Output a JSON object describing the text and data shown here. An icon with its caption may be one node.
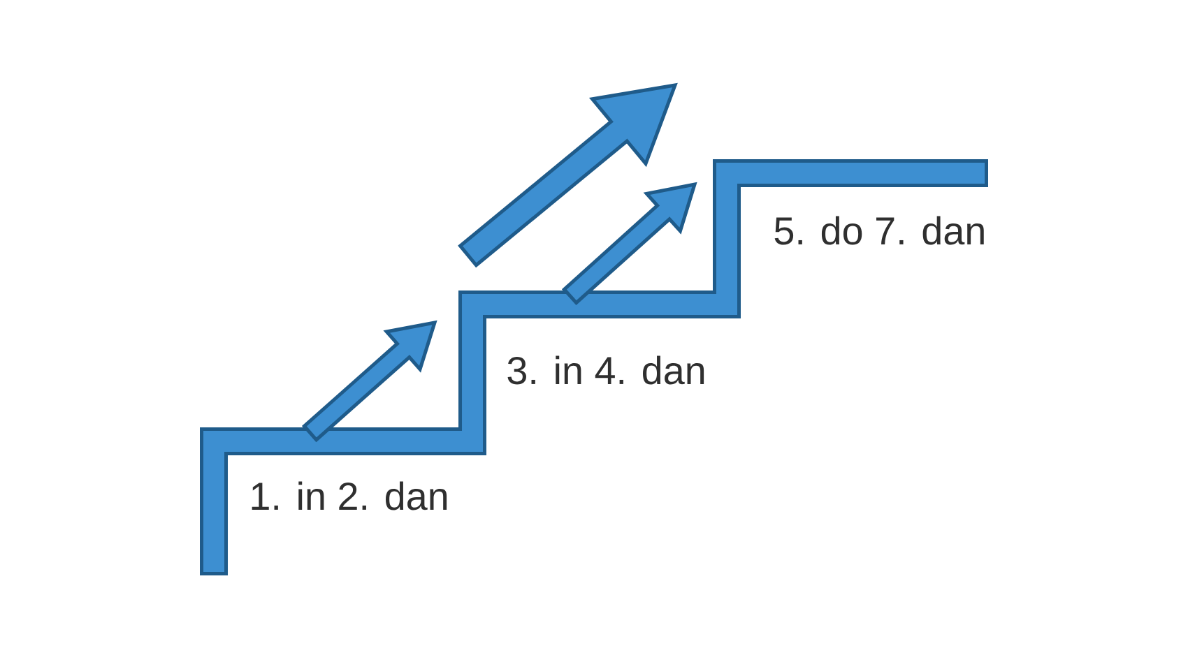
{
  "diagram": {
    "labels": [
      "1. in 2. dan",
      "3. in 4. dan",
      "5. do 7. dan"
    ]
  }
}
